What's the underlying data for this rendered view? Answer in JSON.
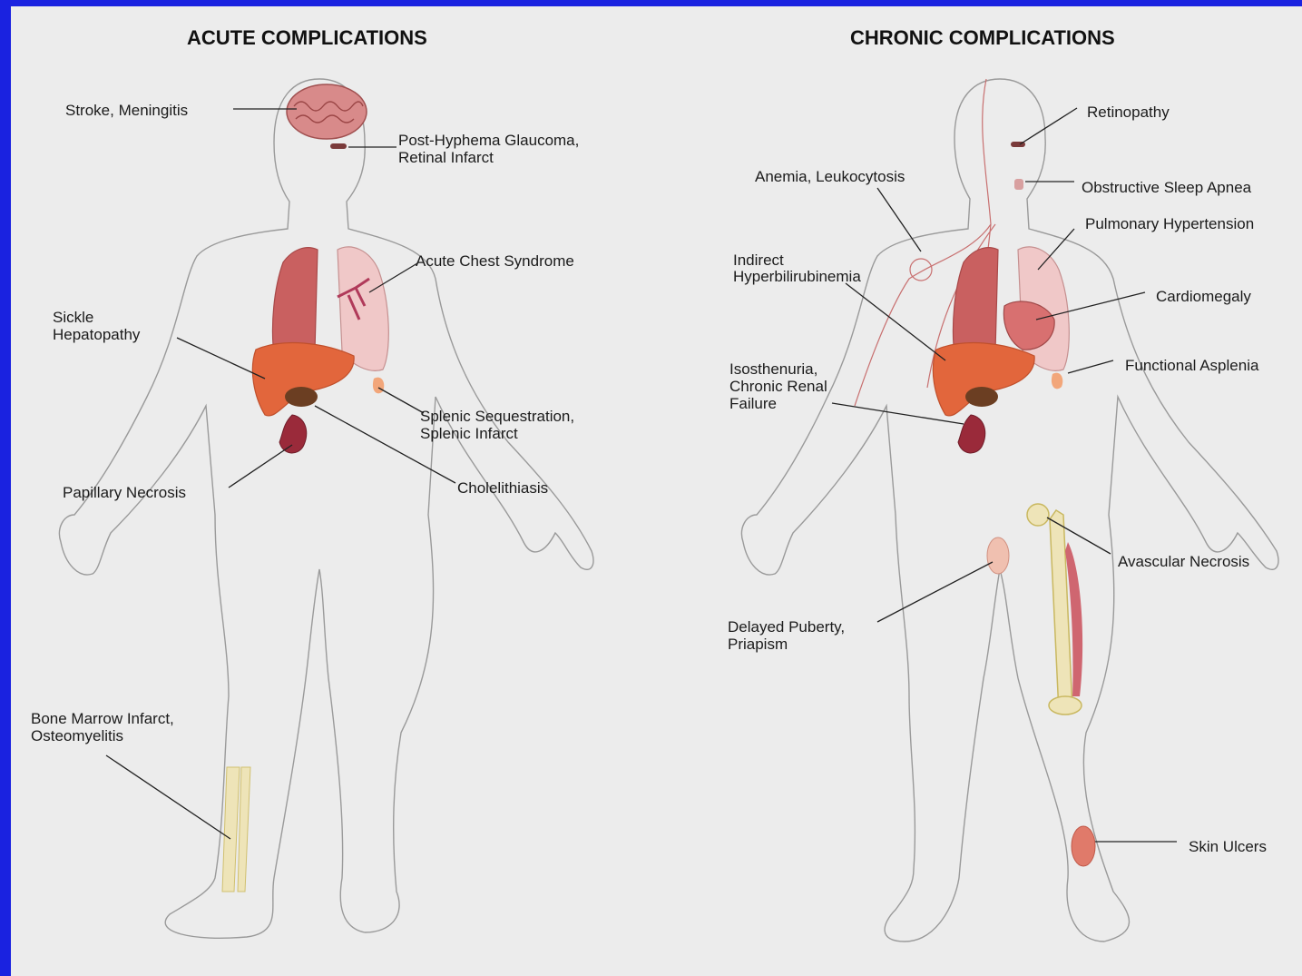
{
  "slide": {
    "background_color": "#1a22e0",
    "panel_color": "#ececec"
  },
  "acute": {
    "title": "ACUTE COMPLICATIONS",
    "labels": {
      "stroke": "Stroke, Meningitis",
      "glaucoma_1": "Post-Hyphema Glaucoma,",
      "glaucoma_2": "Retinal Infarct",
      "chest": "Acute Chest Syndrome",
      "sickle_1": "Sickle",
      "sickle_2": "Hepatopathy",
      "splenic_1": "Splenic Sequestration,",
      "splenic_2": "Splenic Infarct",
      "papillary": "Papillary Necrosis",
      "chole": "Cholelithiasis",
      "bone_1": "Bone Marrow Infarct,",
      "bone_2": "Osteomyelitis"
    }
  },
  "chronic": {
    "title": "CHRONIC COMPLICATIONS",
    "labels": {
      "retinopathy": "Retinopathy",
      "anemia": "Anemia, Leukocytosis",
      "apnea": "Obstructive Sleep Apnea",
      "pulmonary": "Pulmonary Hypertension",
      "indirect_1": "Indirect",
      "indirect_2": "Hyperbilirubinemia",
      "cardio": "Cardiomegaly",
      "iso_1": "Isosthenuria,",
      "iso_2": "Chronic Renal",
      "iso_3": "Failure",
      "asplenia": "Functional Asplenia",
      "avascular": "Avascular Necrosis",
      "puberty_1": "Delayed Puberty,",
      "puberty_2": "Priapism",
      "ulcers": "Skin Ulcers"
    }
  }
}
